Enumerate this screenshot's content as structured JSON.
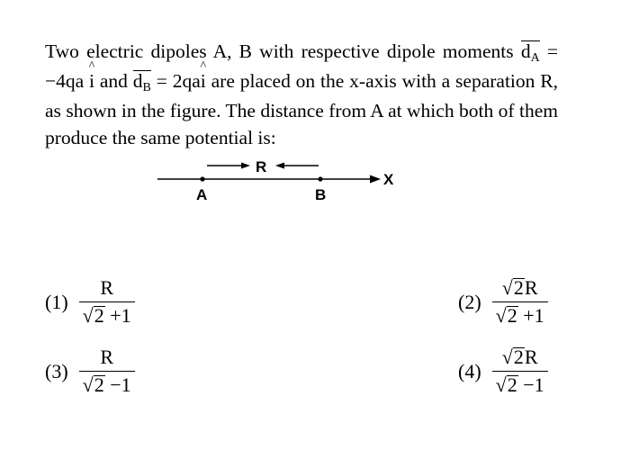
{
  "question": {
    "part1": "Two electric dipoles A, B with respective dipole moments ",
    "dA_symbol": "d",
    "dA_sub": "A",
    "dA_value": " = −4qa ",
    "unit_i1": "i",
    "and": " and ",
    "dB_symbol": "d",
    "dB_sub": "B",
    "dB_value": " = 2qa",
    "unit_i2": "i",
    "part2": " are placed on the x-axis with a separation R, as shown in the figure. The distance from A at which both of them produce the same potential is:"
  },
  "figure": {
    "point_a": "A",
    "point_b": "B",
    "separation_label": "R",
    "axis_label": "X"
  },
  "options": [
    {
      "label": "(1)",
      "numerator_root": "",
      "numerator": "R",
      "radicand": "2",
      "den_rest": " +1"
    },
    {
      "label": "(2)",
      "numerator_root": "2",
      "numerator": "R",
      "radicand": "2",
      "den_rest": " +1"
    },
    {
      "label": "(3)",
      "numerator_root": "",
      "numerator": "R",
      "radicand": "2",
      "den_rest": " −1"
    },
    {
      "label": "(4)",
      "numerator_root": "2",
      "numerator": "R",
      "radicand": "2",
      "den_rest": " −1"
    }
  ]
}
